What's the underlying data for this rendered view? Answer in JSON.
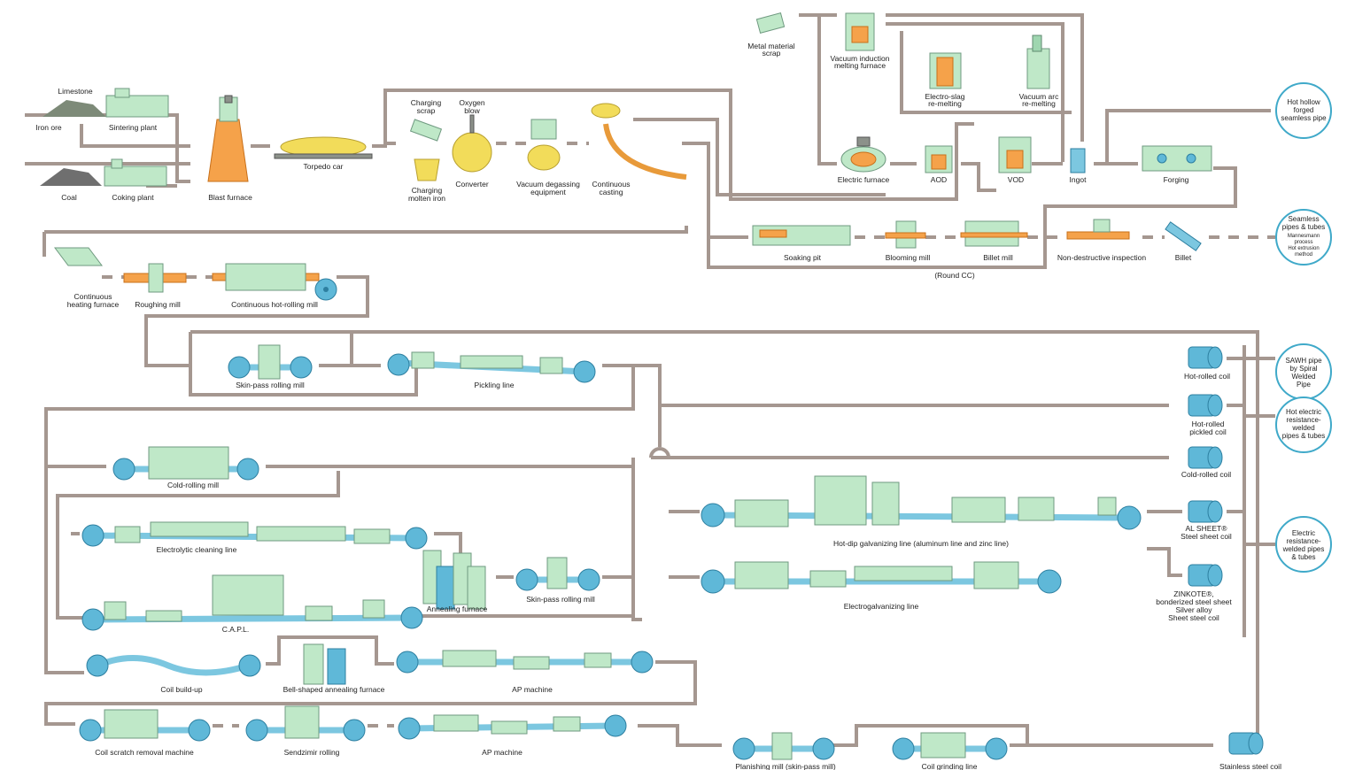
{
  "raw_materials": {
    "limestone": "Limestone",
    "iron_ore": "Iron ore",
    "sintering_plant": "Sintering plant",
    "coal": "Coal",
    "coking_plant": "Coking plant",
    "blast_furnace": "Blast furnace",
    "torpedo_car": "Torpedo car"
  },
  "steelmaking": {
    "charging_scrap": [
      "Charging",
      "scrap"
    ],
    "oxygen_blow": [
      "Oxygen",
      "blow"
    ],
    "charging_molten_iron": [
      "Charging",
      "molten iron"
    ],
    "converter": "Converter",
    "vacuum_degassing": [
      "Vacuum degassing",
      "equipment"
    ],
    "continuous_casting": [
      "Continuous",
      "casting"
    ]
  },
  "special_melting": {
    "metal_scrap": [
      "Metal material",
      "scrap"
    ],
    "vim": [
      "Vacuum induction",
      "melting furnace"
    ],
    "esr": [
      "Electro-slag",
      "re-melting"
    ],
    "var": [
      "Vacuum arc",
      "re-melting"
    ],
    "electric_furnace": "Electric furnace",
    "aod": "AOD",
    "vod": "VOD",
    "ingot": "Ingot",
    "forging": "Forging"
  },
  "primary_rolling": {
    "soaking_pit": "Soaking pit",
    "blooming_mill": "Blooming mill",
    "billet_mill": "Billet mill",
    "ndi": "Non-destructive inspection",
    "billet": "Billet",
    "round_cc": "(Round CC)"
  },
  "hot_rolling": {
    "continuous_heating_furnace": [
      "Continuous",
      "heating furnace"
    ],
    "roughing_mill": "Roughing mill",
    "continuous_hot_rolling_mill": "Continuous hot-rolling mill",
    "skin_pass_rolling_mill": "Skin-pass rolling mill",
    "pickling_line": "Pickling line"
  },
  "cold_rolling": {
    "cold_rolling_mill": "Cold-rolling mill",
    "electrolytic_cleaning_line": "Electrolytic cleaning line",
    "annealing_furnace": "Annealing furnace",
    "skin_pass_rolling_mill_2": "Skin-pass rolling mill",
    "capl": "C.A.P.L.",
    "hot_dip_galvanizing_line": "Hot-dip galvanizing line (aluminum line and zinc line)",
    "electrogalvanizing_line": "Electrogalvanizing line"
  },
  "stainless": {
    "coil_buildup": "Coil build-up",
    "bell_annealing": "Bell-shaped annealing furnace",
    "ap_machine_1": "AP machine",
    "coil_scratch_removal": "Coil scratch removal machine",
    "sendzimir_rolling": "Sendzimir rolling",
    "ap_machine_2": "AP machine",
    "planishing_mill": "Planishing mill (skin-pass mill)",
    "coil_grinding_line": "Coil grinding line"
  },
  "coils": {
    "hot_rolled_coil": "Hot-rolled coil",
    "hot_rolled_pickled_coil": [
      "Hot-rolled",
      "pickled coil"
    ],
    "cold_rolled_coil": "Cold-rolled coil",
    "al_sheet": [
      "AL SHEET®",
      "Steel sheet coil"
    ],
    "zinkote": [
      "ZINKOTE®,",
      "bonderized steel sheet",
      "Silver alloy",
      "Sheet steel coil"
    ],
    "stainless_steel_coil": "Stainless steel coil"
  },
  "products": {
    "hot_hollow_forged": [
      "Hot hollow",
      "forged",
      "seamless pipe"
    ],
    "seamless_pipes": [
      "Seamless",
      "pipes & tubes"
    ],
    "seamless_note": [
      "Mannesmann",
      "process",
      "Hot extrusion",
      "method"
    ],
    "sawh_pipe": [
      "SAWH pipe",
      "by Spiral",
      "Welded",
      "Pipe"
    ],
    "hot_erw": [
      "Hot electric",
      "resistance-",
      "welded",
      "pipes & tubes"
    ],
    "erw": [
      "Electric",
      "resistance-",
      "welded pipes",
      "& tubes"
    ]
  },
  "colors": {
    "pipe_line": "#a59790",
    "product_circle": "#3fa9c9",
    "equipment": "#bfe8c8",
    "coil": "#5fb8d8"
  }
}
